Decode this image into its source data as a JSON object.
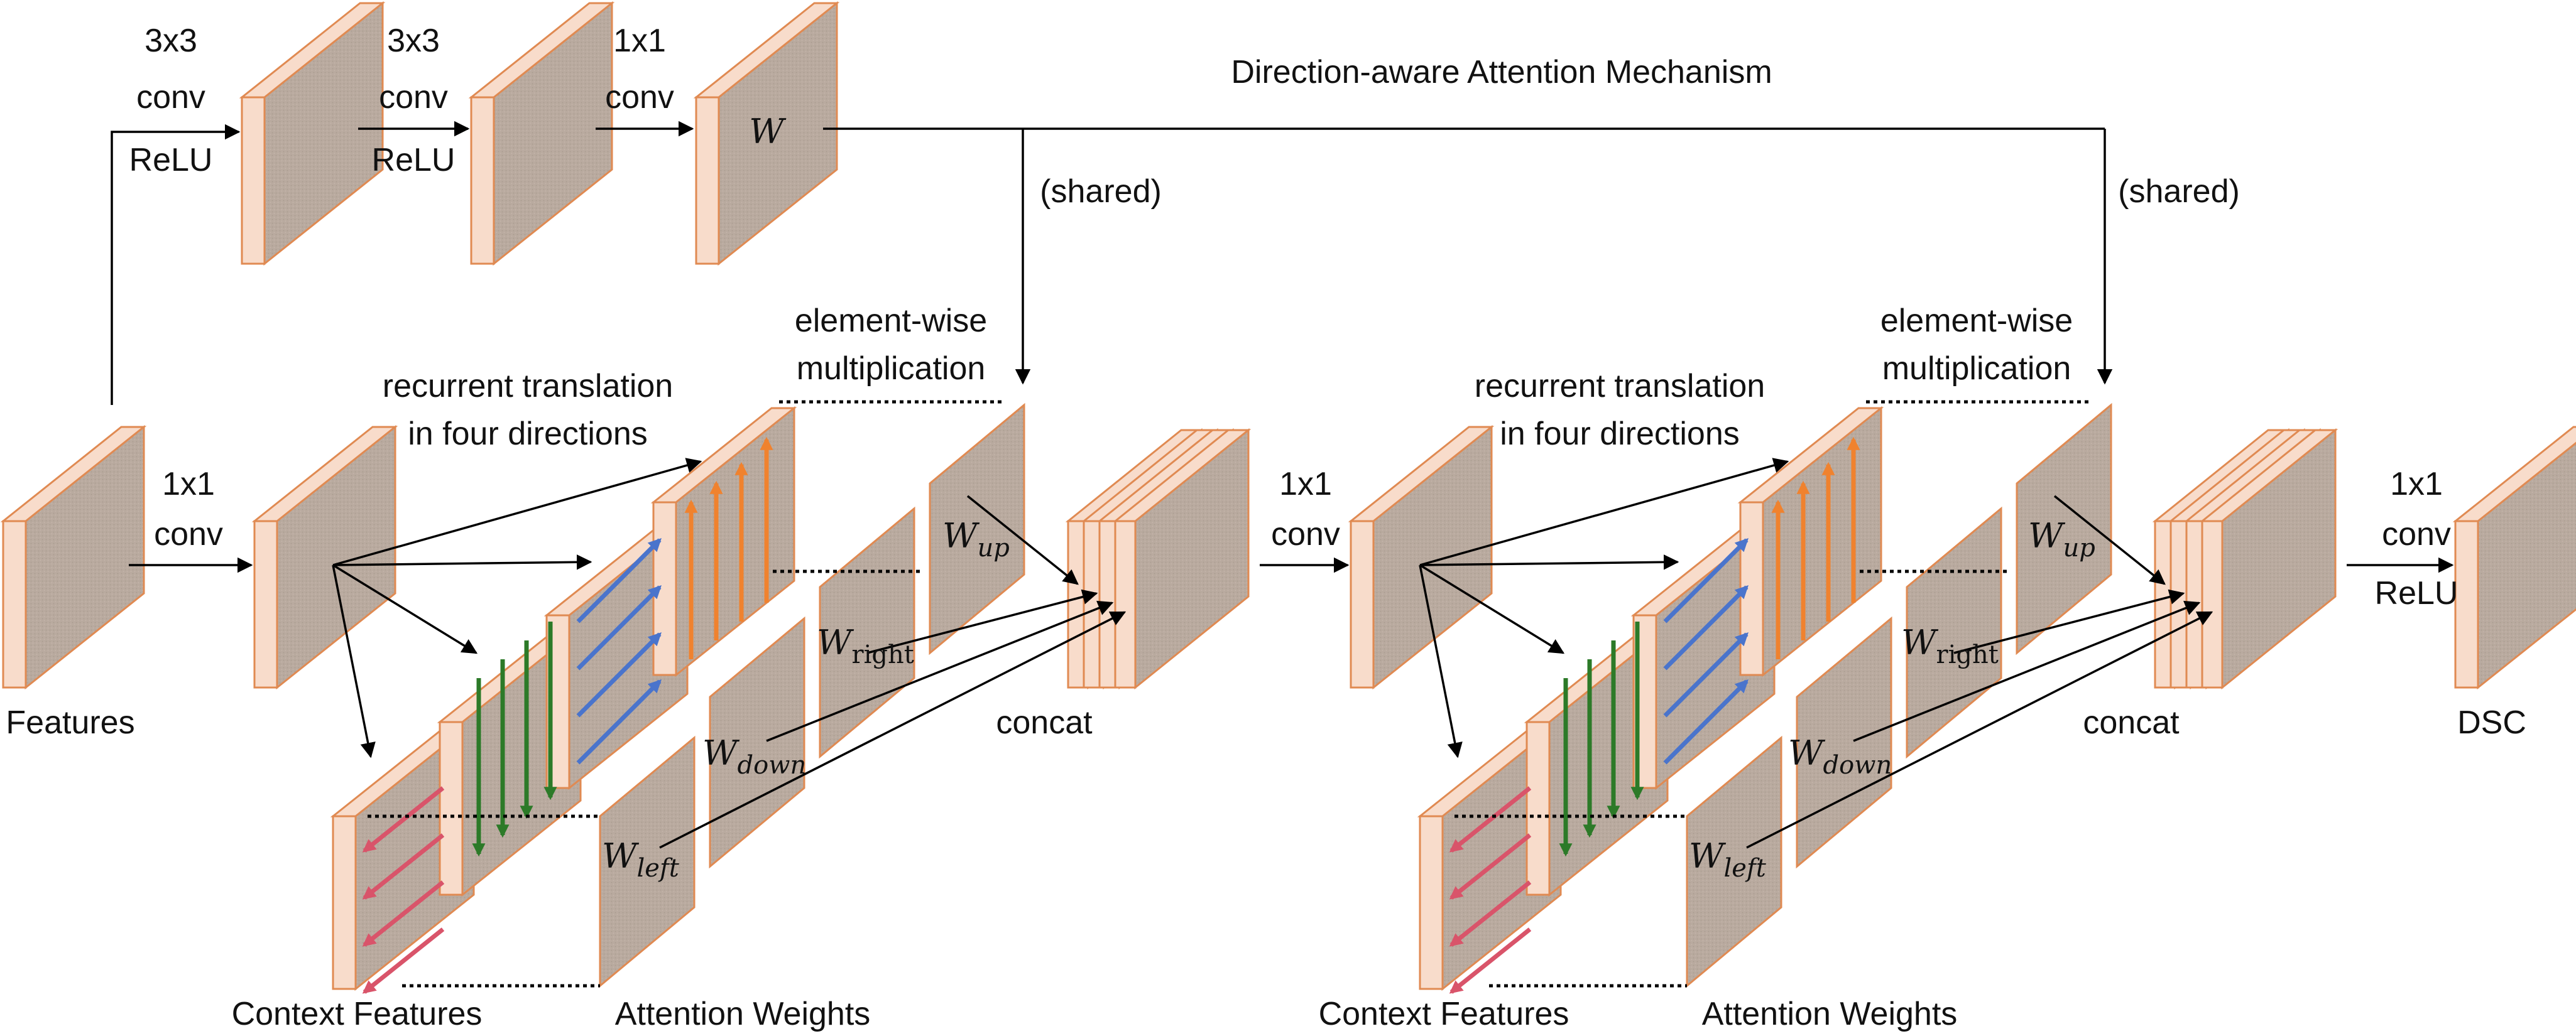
{
  "diagram": {
    "title": "Direction-aware Attention Mechanism",
    "shared_label": "(shared)",
    "conv_3x3": [
      "3x3",
      "conv"
    ],
    "conv_1x1": [
      "1x1",
      "conv"
    ],
    "relu": "ReLU",
    "weight_symbol": "W",
    "element_wise": [
      "element-wise",
      "multiplication"
    ],
    "recurrent": [
      "recurrent translation",
      "in four directions"
    ],
    "concat": "concat",
    "context_features": "Context Features",
    "attention_weights": "Attention Weights",
    "input_label": "Features",
    "output_label": "DSC",
    "weights": {
      "up_sub": "up",
      "right_sub": "right",
      "down_sub": "down",
      "left_sub": "left"
    },
    "colors": {
      "face": "#b9aa9f",
      "side": "#f8dccb",
      "edge": "#e08a52",
      "up_arrow": "#f0822e",
      "right_arrow": "#4a74cc",
      "down_arrow": "#2c7a28",
      "left_arrow": "#d9546a",
      "line": "#000000"
    }
  }
}
